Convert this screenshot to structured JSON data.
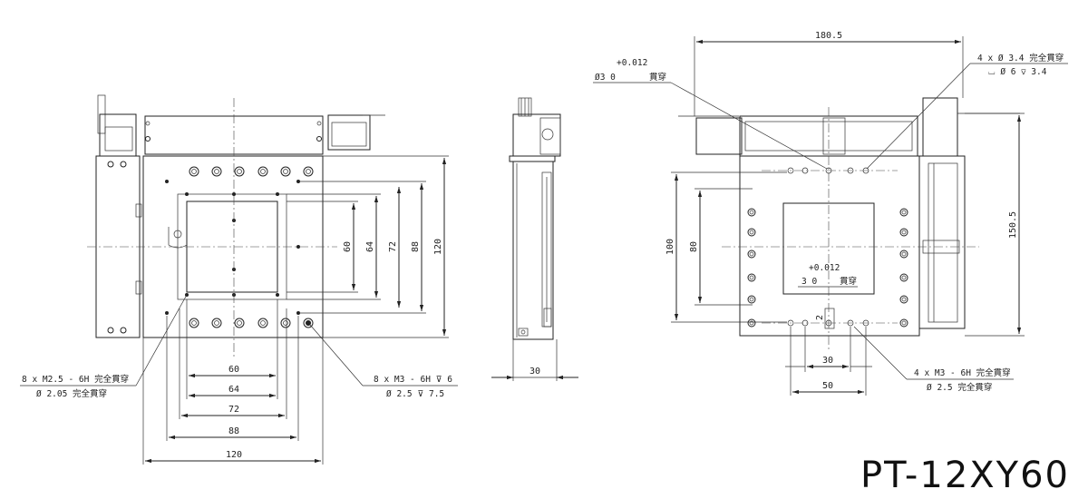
{
  "title": "PT-12XY60",
  "front_view": {
    "dims_vertical": [
      "60",
      "64",
      "72",
      "88",
      "120"
    ],
    "dims_horizontal": [
      "60",
      "64",
      "72",
      "88",
      "120"
    ],
    "note_left": {
      "line1": "8 x  M2.5 - 6H 完全貫穿",
      "line2": "Ø 2.05 完全貫穿"
    },
    "note_right": {
      "line1": "8 x  M3 - 6H ⊽ 6",
      "line2": "Ø 2.5 ⊽ 7.5"
    }
  },
  "side_view": {
    "dim_width": "30"
  },
  "top_view": {
    "dim_total_width": "180.5",
    "dim_height_right": "150.5",
    "dim_left_outer": "100",
    "dim_left_inner": "80",
    "dim_pin_spacing": "30",
    "dim_hole_spacing": "50",
    "dim_small": "2",
    "tol_top": {
      "upper": "+0.012",
      "base": "Ø3  0",
      "label": "貫穿"
    },
    "tol_center": {
      "upper": "+0.012",
      "base": "3  0",
      "label": "貫穿"
    },
    "note_top_right": {
      "line1": "4 x  Ø 3.4 完全貫穿",
      "line2": "⌴ Ø 6 ⊽ 3.4"
    },
    "note_bottom_right": {
      "line1": "4 x  M3 - 6H 完全貫穿",
      "line2": "Ø 2.5 完全貫穿"
    }
  }
}
